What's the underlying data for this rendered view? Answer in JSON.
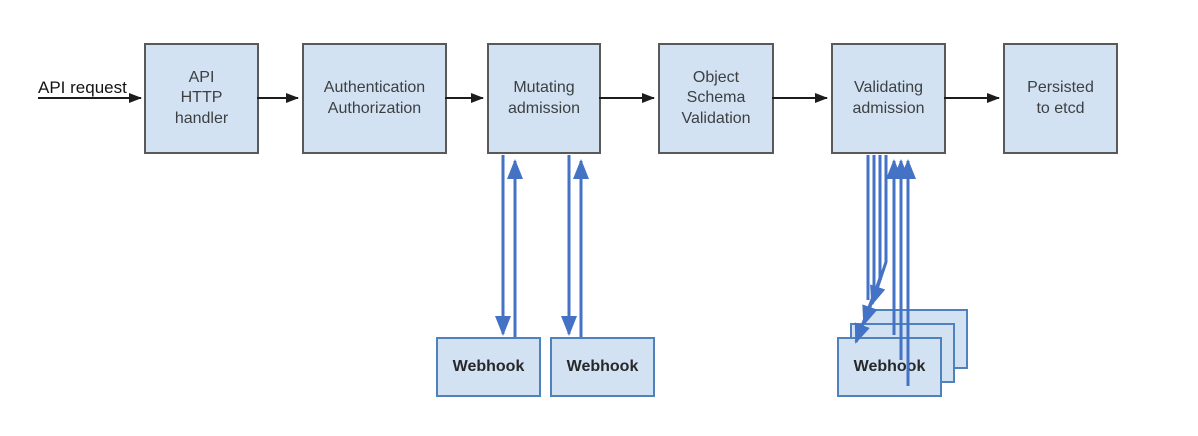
{
  "flow": {
    "input_label": "API request",
    "stages": [
      {
        "label": "API\nHTTP\nhandler"
      },
      {
        "label": "Authentication\nAuthorization"
      },
      {
        "label": "Mutating\nadmission"
      },
      {
        "label": "Object\nSchema\nValidation"
      },
      {
        "label": "Validating\nadmission"
      },
      {
        "label": "Persisted\nto etcd"
      }
    ],
    "mutating_webhooks": [
      {
        "label": "Webhook"
      },
      {
        "label": "Webhook"
      }
    ],
    "validating_webhook_stack": {
      "count": 3,
      "label": "Webhook"
    }
  },
  "colors": {
    "box_fill": "#d3e2f2",
    "stage_border": "#595959",
    "webhook_border": "#4f81bd",
    "webhook_arrow": "#4472c4",
    "flow_arrow": "#1c1c1c",
    "label_text": "#3c4043"
  }
}
